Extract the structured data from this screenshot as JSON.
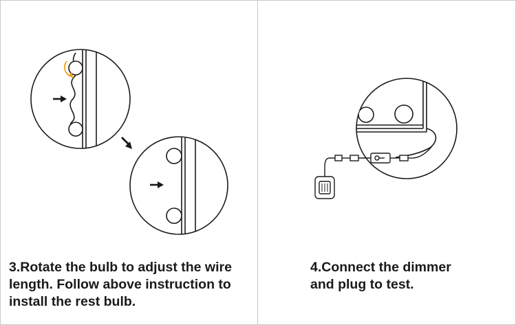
{
  "step3": {
    "lines": [
      "3.Rotate the bulb to adjust the wire",
      "length. Follow above instruction to",
      "install the rest bulb."
    ]
  },
  "step4": {
    "lines": [
      "4.Connect the dimmer",
      "and plug to test."
    ]
  },
  "colors": {
    "line": "#1a1a1a",
    "accent": "#f0a21b",
    "divider": "#c8c8c8"
  },
  "icons": [
    "rotate-arrow-icon",
    "pointer-arrow-icon",
    "diagonal-arrow-icon",
    "dimmer-switch-icon",
    "power-plug-icon"
  ]
}
